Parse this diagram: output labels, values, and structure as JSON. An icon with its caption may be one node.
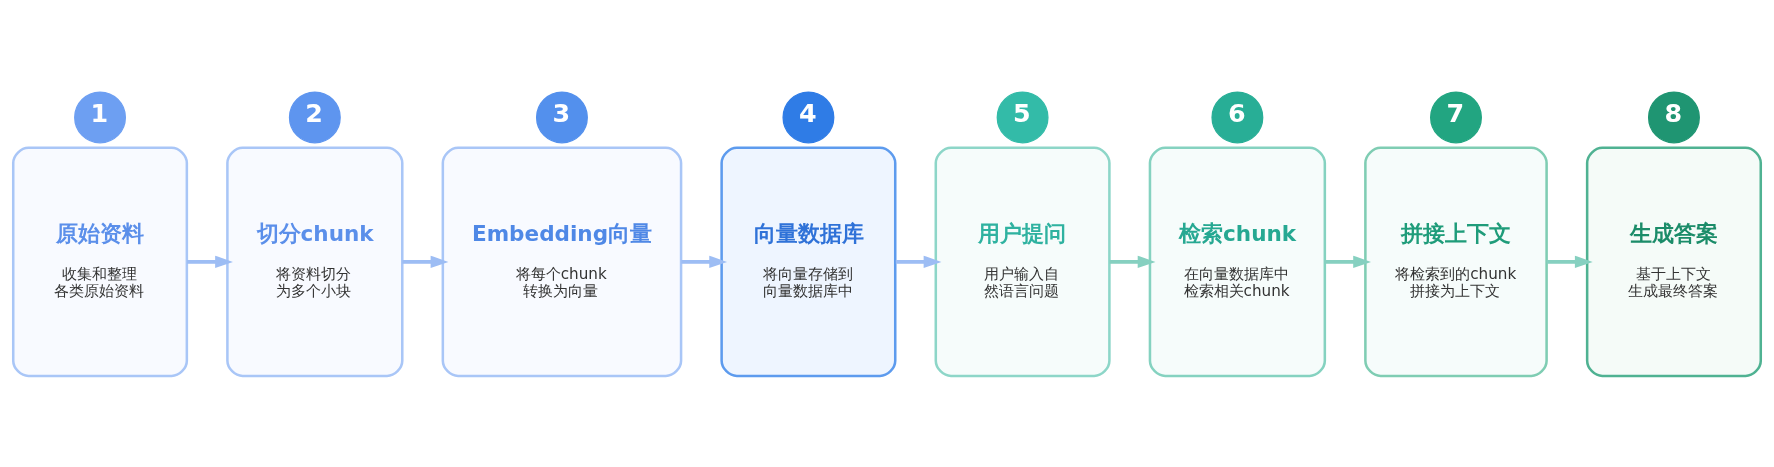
{
  "diagram": {
    "nodes": [
      {
        "text": [
          "1"
        ]
      },
      {
        "text": [
          "原始资料",
          "收集和整理各类原始资料"
        ]
      },
      {
        "text": [
          "2"
        ]
      },
      {
        "text": [
          "切分chunk",
          "将资料切分为多个小块"
        ]
      },
      {
        "text": [
          "3"
        ]
      },
      {
        "text": [
          "Embedding向量",
          "将每个chunk转换为向量"
        ]
      },
      {
        "text": [
          "4"
        ]
      },
      {
        "text": [
          "向量数据库",
          "将向量存储到向量数据库中"
        ]
      },
      {
        "text": [
          "5"
        ]
      },
      {
        "text": [
          "用户提问",
          "用户输入自然语言问题"
        ]
      },
      {
        "text": [
          "6"
        ]
      },
      {
        "text": [
          "检索chunk",
          "在向量数据库中检索相关chunk"
        ]
      },
      {
        "text": [
          "7"
        ]
      },
      {
        "text": [
          "拼接上下文",
          "将检索到的chunk拼接为上下文"
        ]
      },
      {
        "text": [
          "8"
        ]
      },
      {
        "text": [
          "生成答案",
          "基于上下文生成最终答案"
        ]
      }
    ],
    "edges": [
      {
        "from": 1,
        "to": 3,
        "arrow": "to"
      },
      {
        "from": 3,
        "to": 5,
        "arrow": "to"
      },
      {
        "from": 5,
        "to": 7,
        "arrow": "to"
      },
      {
        "from": 7,
        "to": 9,
        "arrow": "to"
      },
      {
        "from": 9,
        "to": 11,
        "arrow": "to",
        "color": "#86d0c0"
      },
      {
        "from": 11,
        "to": 13,
        "arrow": "to",
        "color": "#86d0c0"
      },
      {
        "from": 13,
        "to": 15,
        "arrow": "to",
        "color": "#86d0c0"
      }
    ]
  }
}
